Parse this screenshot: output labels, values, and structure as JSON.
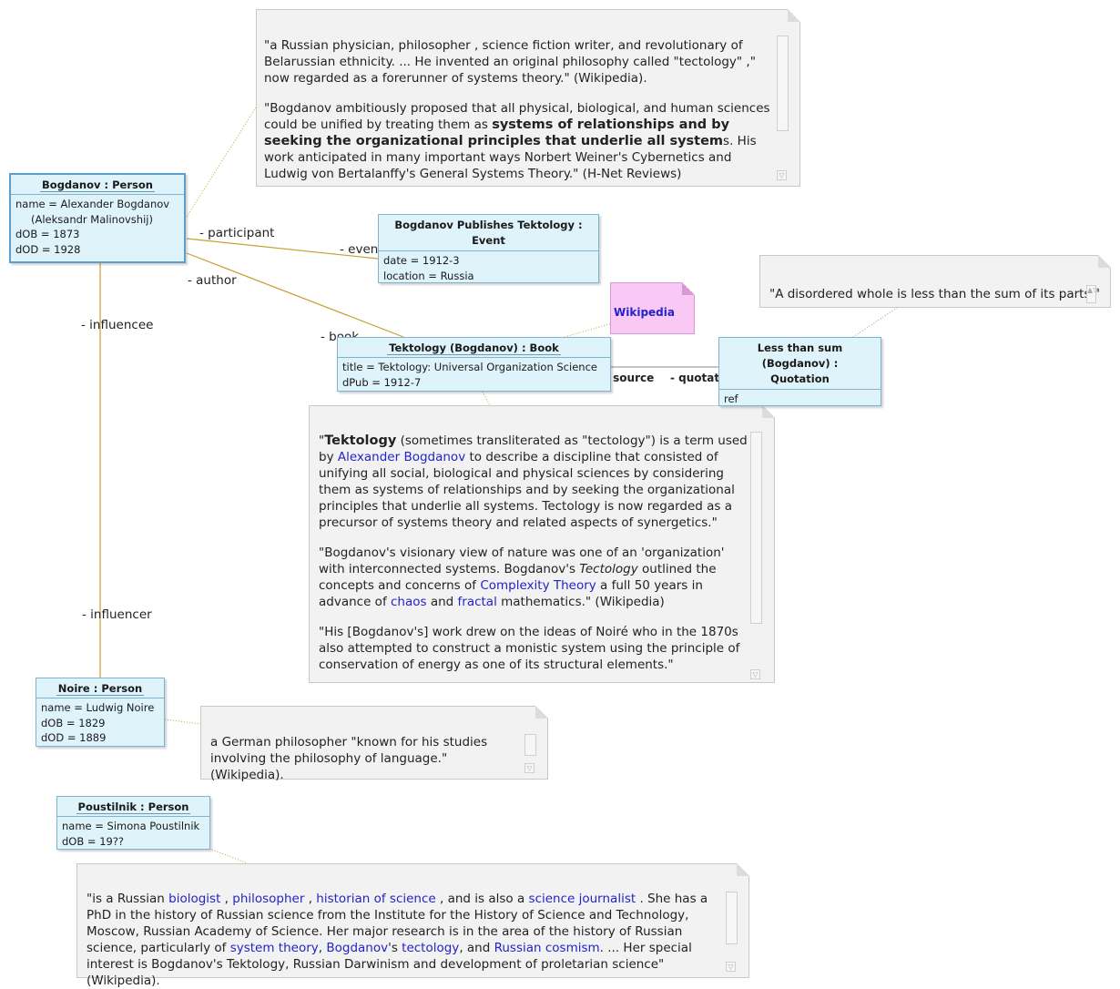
{
  "objects": {
    "bogdanov": {
      "title": "Bogdanov : Person",
      "attrs": [
        "name = Alexander Bogdanov",
        "(Aleksandr Malinovshij)",
        "dOB = 1873",
        "dOD = 1928"
      ]
    },
    "event": {
      "title_line1": "Bogdanov Publishes Tektology :",
      "title_line2": "Event",
      "attrs": [
        "date = 1912-3",
        "location = Russia"
      ]
    },
    "book": {
      "title": "Tektology (Bogdanov) : Book",
      "attrs": [
        "title = Tektology: Universal Organization Science",
        "dPub = 1912-7"
      ]
    },
    "quotation": {
      "title_line1": "Less than sum",
      "title_line2": "(Bogdanov) :",
      "title_line3": "Quotation",
      "attrs": [
        "ref"
      ]
    },
    "noire": {
      "title": "Noire : Person",
      "attrs": [
        "name = Ludwig Noire",
        "dOB = 1829",
        "dOD = 1889"
      ]
    },
    "poustilnik": {
      "title": "Poustilnik : Person",
      "attrs": [
        "name = Simona Poustilnik",
        "dOB = 19??"
      ]
    }
  },
  "roles": {
    "participant": "- participant",
    "event": "- event",
    "author": "- author",
    "book": "- book",
    "influencee": "- influencee",
    "influencer": "- influencer",
    "source": "- source",
    "quotation": "- quotation"
  },
  "wikipedia_note": "Wikipedia",
  "notes": {
    "bogdanov": {
      "p1": "\"a Russian physician, philosopher  , science fiction  writer, and revolutionary of Belarussian ethnicity. ... He invented an original philosophy called \"tectology\"    ,\" now regarded as a forerunner of systems theory.\" (Wikipedia).",
      "p2a": "\"Bogdanov ambitiously proposed that all physical, biological, and human sciences could be unified by treating them as  ",
      "p2b": "systems of relationships and by seeking the organizational principles that underlie all system",
      "p2c": "s. His work anticipated in many important ways Norbert Weiner's Cybernetics and Ludwig von Bertalanffy's General Systems Theory.\" (H-Net Reviews)"
    },
    "quote": {
      "text": "\"A disordered whole is less than the sum of its parts.\""
    },
    "tektology": {
      "p1a": "\"",
      "p1b": "Tektology",
      "p1c": " (sometimes transliterated as \"tectology\") is a term used by ",
      "p1link": "Alexander Bogdanov",
      "p1d": "  to describe a discipline that consisted of unifying all social, biological and physical sciences by considering them as systems of relationships and by seeking the organizational principles that underlie all systems. Tectology is now regarded as a precursor of systems theory and related aspects of synergetics.\"",
      "p2a": "\"Bogdanov's visionary view of nature was one of an 'organization' with interconnected systems. Bogdanov's ",
      "p2i": "Tectology",
      "p2b": " outlined the concepts and concerns of ",
      "p2link1": "Complexity Theory",
      "p2c": " a full 50 years in advance of ",
      "p2link2": "chaos",
      "p2d": " and ",
      "p2link3": "fractal",
      "p2e": " mathematics.\" (Wikipedia)",
      "p3": "\"His [Bogdanov's] work drew on the ideas of Noiré who in the 1870s also attempted to construct a monistic system using the principle of conservation of energy as one of its structural elements.\""
    },
    "noire": {
      "text": "a German philosopher \"known for his studies involving the philosophy of language.\"   (Wikipedia)."
    },
    "poustilnik": {
      "t1": "\"is a Russian ",
      "l1": "biologist",
      "t2": " , ",
      "l2": "philosopher",
      "t3": " , ",
      "l3": "historian of science",
      "t4": " , and is also a ",
      "l4": "science journalist",
      "t5": " . She has a PhD in the history of Russian science from the Institute for the History of Science and Technology, Moscow, Russian Academy of Science. Her major research is in the area of the history of Russian science, particularly of  ",
      "l5": "system theory",
      "t6": ", ",
      "l6": "Bogdanov",
      "t7": "'s ",
      "l7": "tectology",
      "t8": ", and ",
      "l8": "Russian cosmism",
      "t9": ". ... Her special interest is Bogdanov's Tektology, Russian Darwinism and development of proletarian science\"   (Wikipedia)."
    }
  },
  "colors": {
    "association": "#c8a030",
    "anchor": "#c8a030",
    "object_fill": "#dff3fb",
    "note_fill": "#f2f2f2",
    "link_text": "#2323c8",
    "wiki_fill": "#f9c8f5"
  }
}
